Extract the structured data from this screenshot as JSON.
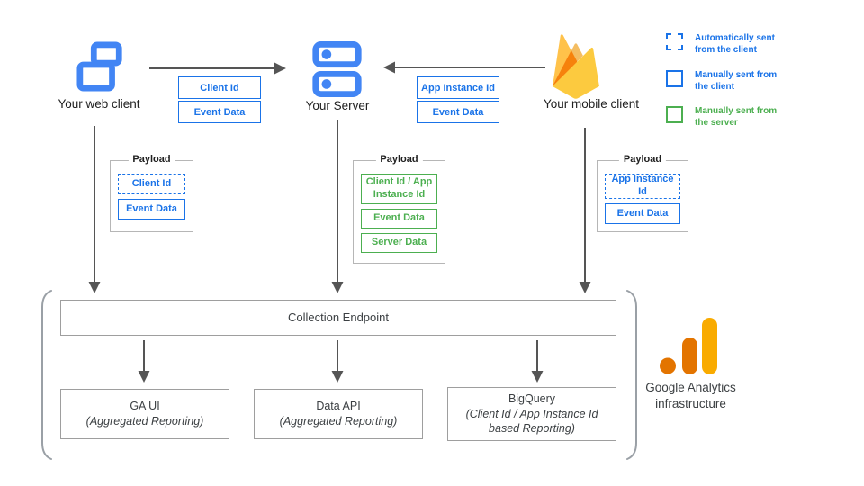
{
  "nodes": {
    "web_client": {
      "label": "Your web client"
    },
    "server": {
      "label": "Your Server"
    },
    "mobile_client": {
      "label": "Your mobile client"
    }
  },
  "edges": {
    "web_to_server": {
      "labels": [
        "Client Id",
        "Event Data"
      ]
    },
    "mobile_to_server": {
      "labels": [
        "App Instance Id",
        "Event Data"
      ]
    }
  },
  "payloads": {
    "web": {
      "title": "Payload",
      "items": [
        "Client Id",
        "Event Data"
      ]
    },
    "server": {
      "title": "Payload",
      "items": [
        "Client Id / App Instance Id",
        "Event Data",
        "Server Data"
      ]
    },
    "mobile": {
      "title": "Payload",
      "items": [
        "App Instance Id",
        "Event Data"
      ]
    }
  },
  "legend": {
    "items": [
      {
        "label": "Automatically sent from the client",
        "style": "dashed-blue"
      },
      {
        "label": "Manually sent from the client",
        "style": "solid-blue"
      },
      {
        "label": "Manually sent from the server",
        "style": "solid-green"
      }
    ]
  },
  "infrastructure": {
    "endpoint_label": "Collection Endpoint",
    "outputs": [
      {
        "title": "GA UI",
        "subtitle": "(Aggregated Reporting)"
      },
      {
        "title": "Data API",
        "subtitle": "(Aggregated Reporting)"
      },
      {
        "title": "BigQuery",
        "subtitle": "(Client Id / App Instance Id based Reporting)"
      }
    ],
    "brand_line1": "Google Analytics",
    "brand_line2": "infrastructure"
  },
  "colors": {
    "blue": "#1a73e8",
    "icon_blue": "#4285f4",
    "green": "#4caf50",
    "arrow_gray": "#555555",
    "box_border_gray": "#9e9e9e",
    "bracket_gray": "#9aa0a6",
    "ga_orange": "#e37400",
    "ga_amber": "#f9ab00"
  }
}
